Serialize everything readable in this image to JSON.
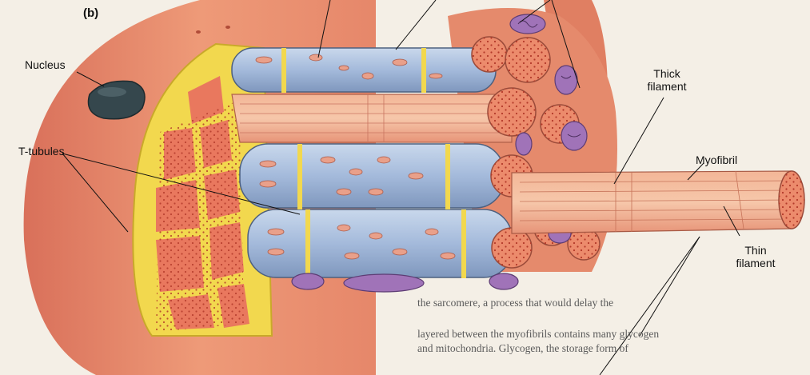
{
  "figure": {
    "panel_label": "(b)",
    "labels": {
      "nucleus": "Nucleus",
      "t_tubules": "T-tubules",
      "thick_filament": "Thick filament",
      "myofibril": "Myofibril",
      "thin_filament": "Thin filament"
    }
  },
  "background_text": [
    "the sarcomere, a process that would delay the",
    "layered between the myofibrils contains many glycogen",
    "and mitochondria. Glycogen, the storage form of"
  ],
  "colors": {
    "sarcolemma": "#e8896a",
    "myofibril": "#e9785e",
    "reticulum": "#a9bfdc",
    "t_tubule": "#f2d84e",
    "mitochondria": "#9d6fb6",
    "nucleus": "#35474d"
  }
}
